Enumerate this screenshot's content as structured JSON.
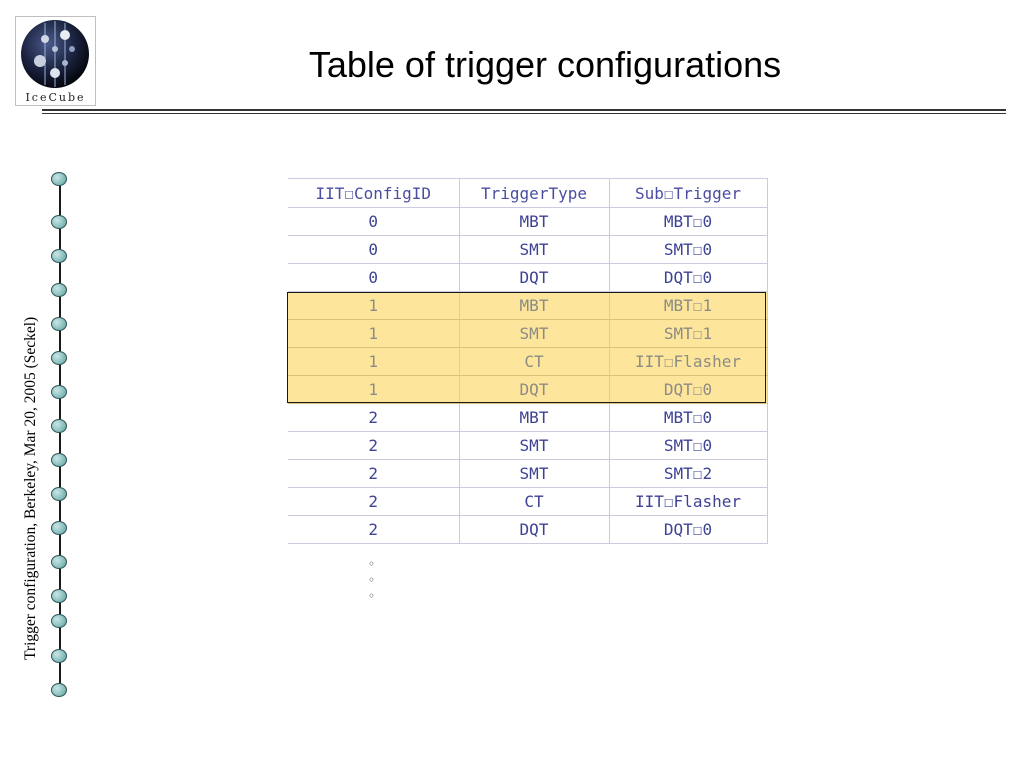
{
  "logo": {
    "text": "IceCube"
  },
  "title": "Table of trigger configurations",
  "side_label": "Trigger configuration, Berkeley, Mar 20, 2005 (Seckel)",
  "table": {
    "headers": [
      "IIT☐ConfigID",
      "TriggerType",
      "Sub☐Trigger"
    ],
    "rows": [
      {
        "cells": [
          "0",
          "MBT",
          "MBT☐0"
        ],
        "highlighted": false
      },
      {
        "cells": [
          "0",
          "SMT",
          "SMT☐0"
        ],
        "highlighted": false
      },
      {
        "cells": [
          "0",
          "DQT",
          "DQT☐0"
        ],
        "highlighted": false
      },
      {
        "cells": [
          "1",
          "MBT",
          "MBT☐1"
        ],
        "highlighted": true
      },
      {
        "cells": [
          "1",
          "SMT",
          "SMT☐1"
        ],
        "highlighted": true
      },
      {
        "cells": [
          "1",
          "CT",
          "IIT☐Flasher"
        ],
        "highlighted": true
      },
      {
        "cells": [
          "1",
          "DQT",
          "DQT☐0"
        ],
        "highlighted": true
      },
      {
        "cells": [
          "2",
          "MBT",
          "MBT☐0"
        ],
        "highlighted": false
      },
      {
        "cells": [
          "2",
          "SMT",
          "SMT☐0"
        ],
        "highlighted": false
      },
      {
        "cells": [
          "2",
          "SMT",
          "SMT☐2"
        ],
        "highlighted": false
      },
      {
        "cells": [
          "2",
          "CT",
          "IIT☐Flasher"
        ],
        "highlighted": false
      },
      {
        "cells": [
          "2",
          "DQT",
          "DQT☐0"
        ],
        "highlighted": false
      }
    ]
  },
  "continuation": [
    "◦",
    "◦",
    "◦"
  ],
  "colors": {
    "table_text": "#3e4294",
    "highlight_fill": "#fde69c",
    "highlight_text": "#8c8b84",
    "bead": "#8cc1c1"
  }
}
